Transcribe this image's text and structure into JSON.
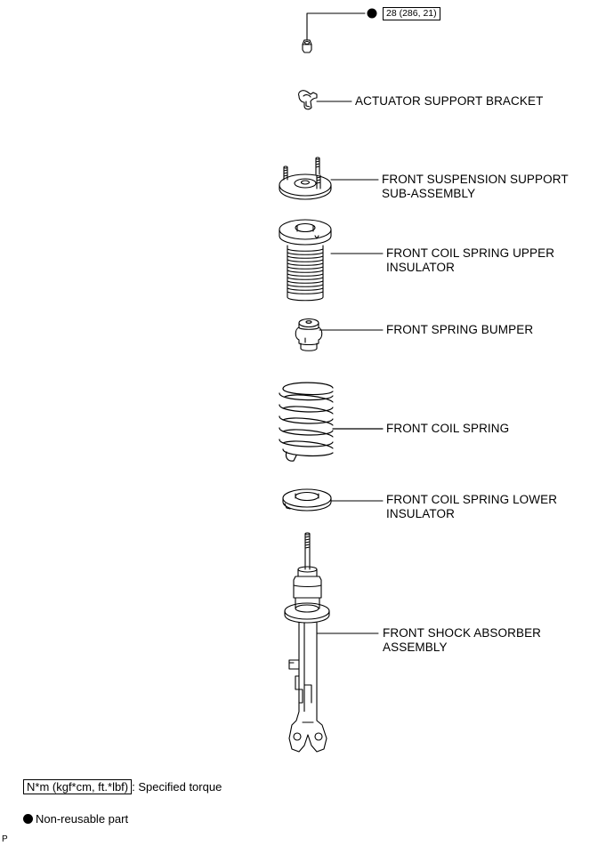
{
  "torque_spec": "28 (286, 21)",
  "parts": [
    {
      "label": "ACTUATOR SUPPORT BRACKET"
    },
    {
      "label_lines": [
        "FRONT SUSPENSION SUPPORT",
        "SUB-ASSEMBLY"
      ]
    },
    {
      "label_lines": [
        "FRONT COIL SPRING UPPER",
        "INSULATOR"
      ]
    },
    {
      "label": "FRONT SPRING BUMPER"
    },
    {
      "label": "FRONT COIL SPRING"
    },
    {
      "label_lines": [
        "FRONT COIL SPRING LOWER",
        "INSULATOR"
      ]
    },
    {
      "label_lines": [
        "FRONT SHOCK ABSORBER",
        "ASSEMBLY"
      ]
    }
  ],
  "legend": {
    "torque_unit": "N*m (kgf*cm, ft.*lbf)",
    "torque_text": ": Specified torque",
    "nonreusable_text": "Non-reusable part"
  },
  "figure_code": "P"
}
